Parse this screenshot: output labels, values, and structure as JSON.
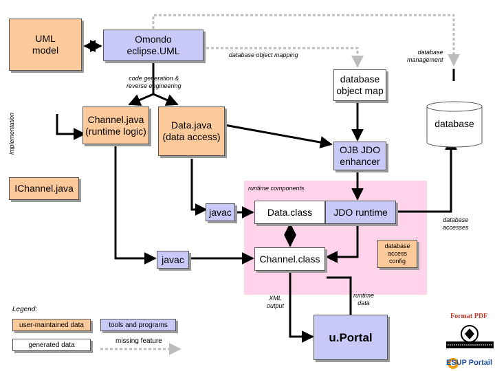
{
  "nodes": {
    "uml_model": "UML\nmodel",
    "omondo": "Omondo\neclipse.UML",
    "db_object_map": "database\nobject map",
    "database": "database",
    "channel_java": "Channel.java\n(runtime logic)",
    "data_java": "Data.java\n(data access)",
    "ojb_enhancer": "OJB JDO\nenhancer",
    "ichannel_java": "IChannel.java",
    "javac_top": "javac",
    "data_class": "Data.class",
    "jdo_runtime": "JDO runtime",
    "javac_bottom": "javac",
    "channel_class": "Channel.class",
    "db_access_config": "database\naccess\nconfig",
    "uportal": "u.Portal"
  },
  "labels": {
    "db_object_mapping": "database object mapping",
    "db_management": "database\nmanagement",
    "code_generation": "code generation &\nreverse engineering",
    "implementation": "implementation",
    "runtime_components": "runtime components",
    "db_accesses": "database\naccesses",
    "xml_output": "XML\noutput",
    "runtime_data": "runtime\ndata"
  },
  "legend": {
    "title": "Legend:",
    "user_maintained": "user-maintained data",
    "tools": "tools and programs",
    "generated": "generated data",
    "missing": "missing feature"
  },
  "logos": {
    "format_pdf": "Format PDF",
    "esup": "ESUP Portail"
  },
  "colors": {
    "user_maintained": "#fbc99a",
    "tools": "#c9c9f7",
    "generated": "#ffffff",
    "runtime_region": "#ffd3ea",
    "missing_arrow": "#bdbdbd"
  }
}
